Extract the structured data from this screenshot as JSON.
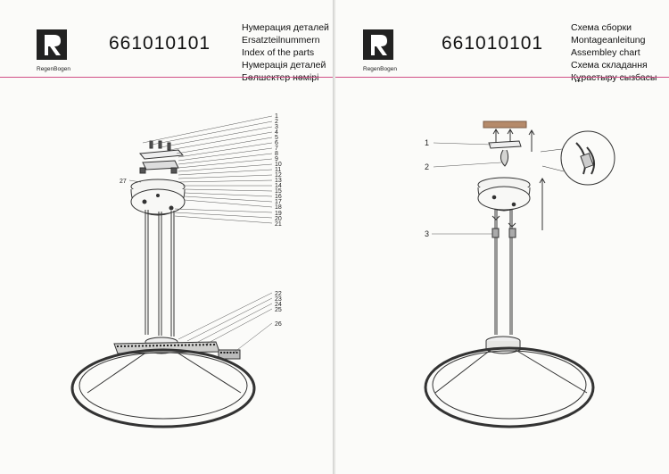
{
  "left_page": {
    "brand": "RegenBogen",
    "article_number": "661010101",
    "titles": [
      "Нумерация деталей",
      "Ersatzteilnummern",
      "Index of the parts",
      "Нумерація деталей",
      "Бөлшектер нөмірі"
    ],
    "top_callouts": [
      "1",
      "2",
      "3",
      "4",
      "5",
      "6",
      "7",
      "8",
      "9",
      "10",
      "11",
      "12",
      "13",
      "14",
      "15",
      "16",
      "17",
      "18"
    ],
    "side_callout": "27",
    "lower_callouts": [
      "19",
      "20",
      "21"
    ],
    "ring_callouts": [
      "22",
      "23",
      "24",
      "25"
    ],
    "ring_side_callout": "26"
  },
  "right_page": {
    "brand": "RegenBogen",
    "article_number": "661010101",
    "titles": [
      "Схема сборки",
      "Montageanleitung",
      "Assembley chart",
      "Схема складання",
      "Құрастыру сызбасы"
    ],
    "step_callouts": [
      "1",
      "2",
      "3"
    ]
  }
}
